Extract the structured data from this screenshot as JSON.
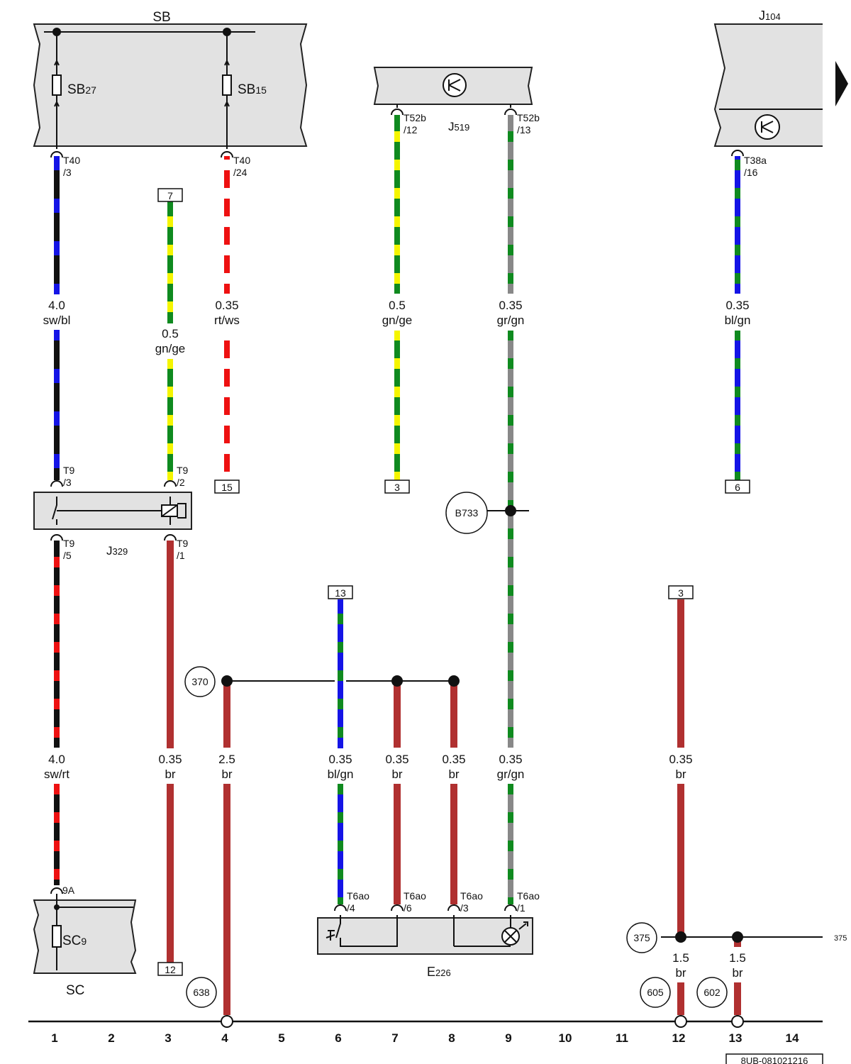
{
  "components": {
    "sb": {
      "label": "SB",
      "fuse1": "SB",
      "fuse1_sub": "27",
      "fuse2": "SB",
      "fuse2_sub": "15"
    },
    "j104": {
      "label": "J",
      "label_sub": "104"
    },
    "j519": {
      "label": "J",
      "label_sub": "519"
    },
    "j329": {
      "label": "J",
      "label_sub": "329"
    },
    "sc": {
      "label": "SC",
      "fuse": "SC",
      "fuse_sub": "9"
    },
    "e226": {
      "label": "E",
      "label_sub": "226"
    }
  },
  "connectors": {
    "t40_3": [
      "T40",
      "/3"
    ],
    "t40_24": [
      "T40",
      "/24"
    ],
    "t52b_12": [
      "T52b",
      "/12"
    ],
    "t52b_13": [
      "T52b",
      "/13"
    ],
    "t38a_16": [
      "T38a",
      "/16"
    ],
    "t9_3": [
      "T9",
      "/3"
    ],
    "t9_2": [
      "T9",
      "/2"
    ],
    "t9_5": [
      "T9",
      "/5"
    ],
    "t9_1": [
      "T9",
      "/1"
    ],
    "sc_9a": "9A",
    "t6ao_4": [
      "T6ao",
      "/4"
    ],
    "t6ao_6": [
      "T6ao",
      "/6"
    ],
    "t6ao_3": [
      "T6ao",
      "/3"
    ],
    "t6ao_1": [
      "T6ao",
      "/1"
    ]
  },
  "wire_labels": {
    "w1_top": [
      "4.0",
      "sw/bl"
    ],
    "w3_top": [
      "0.5",
      "gn/ge"
    ],
    "w4_top": [
      "0.35",
      "rt/ws"
    ],
    "w7_top": [
      "0.5",
      "gn/ge"
    ],
    "w9_top": [
      "0.35",
      "gr/gn"
    ],
    "w13_top": [
      "0.35",
      "bl/gn"
    ],
    "w1_bot": [
      "4.0",
      "sw/rt"
    ],
    "w3_bot": [
      "0.35",
      "br"
    ],
    "w4_bot": [
      "2.5",
      "br"
    ],
    "w6_bot": [
      "0.35",
      "bl/gn"
    ],
    "w7_bot": [
      "0.35",
      "br"
    ],
    "w8_bot": [
      "0.35",
      "br"
    ],
    "w9_bot": [
      "0.35",
      "gr/gn"
    ],
    "w12_bot": [
      "0.35",
      "br"
    ],
    "w12_gnd": [
      "1.5",
      "br"
    ],
    "w13_gnd": [
      "1.5",
      "br"
    ]
  },
  "refs": {
    "ref7": "7",
    "ref15": "15",
    "ref3a": "3",
    "ref6": "6",
    "ref13": "13",
    "ref3b": "3",
    "ref12": "12"
  },
  "circles": {
    "b733": "B733",
    "c370": "370",
    "c638": "638",
    "c375": "375",
    "c605": "605",
    "c602": "602"
  },
  "edge_ref": "375",
  "columns": [
    "1",
    "2",
    "3",
    "4",
    "5",
    "6",
    "7",
    "8",
    "9",
    "10",
    "11",
    "12",
    "13",
    "14"
  ],
  "doc_code": "8UB-081021216",
  "wire_colors": {
    "sw": "#111111",
    "bl": "#1414e6",
    "rt": "#ee1111",
    "ws": "#ffffff",
    "gn": "#0f8a1f",
    "ge": "#f5f500",
    "gr": "#888888",
    "br": "#b03030"
  }
}
